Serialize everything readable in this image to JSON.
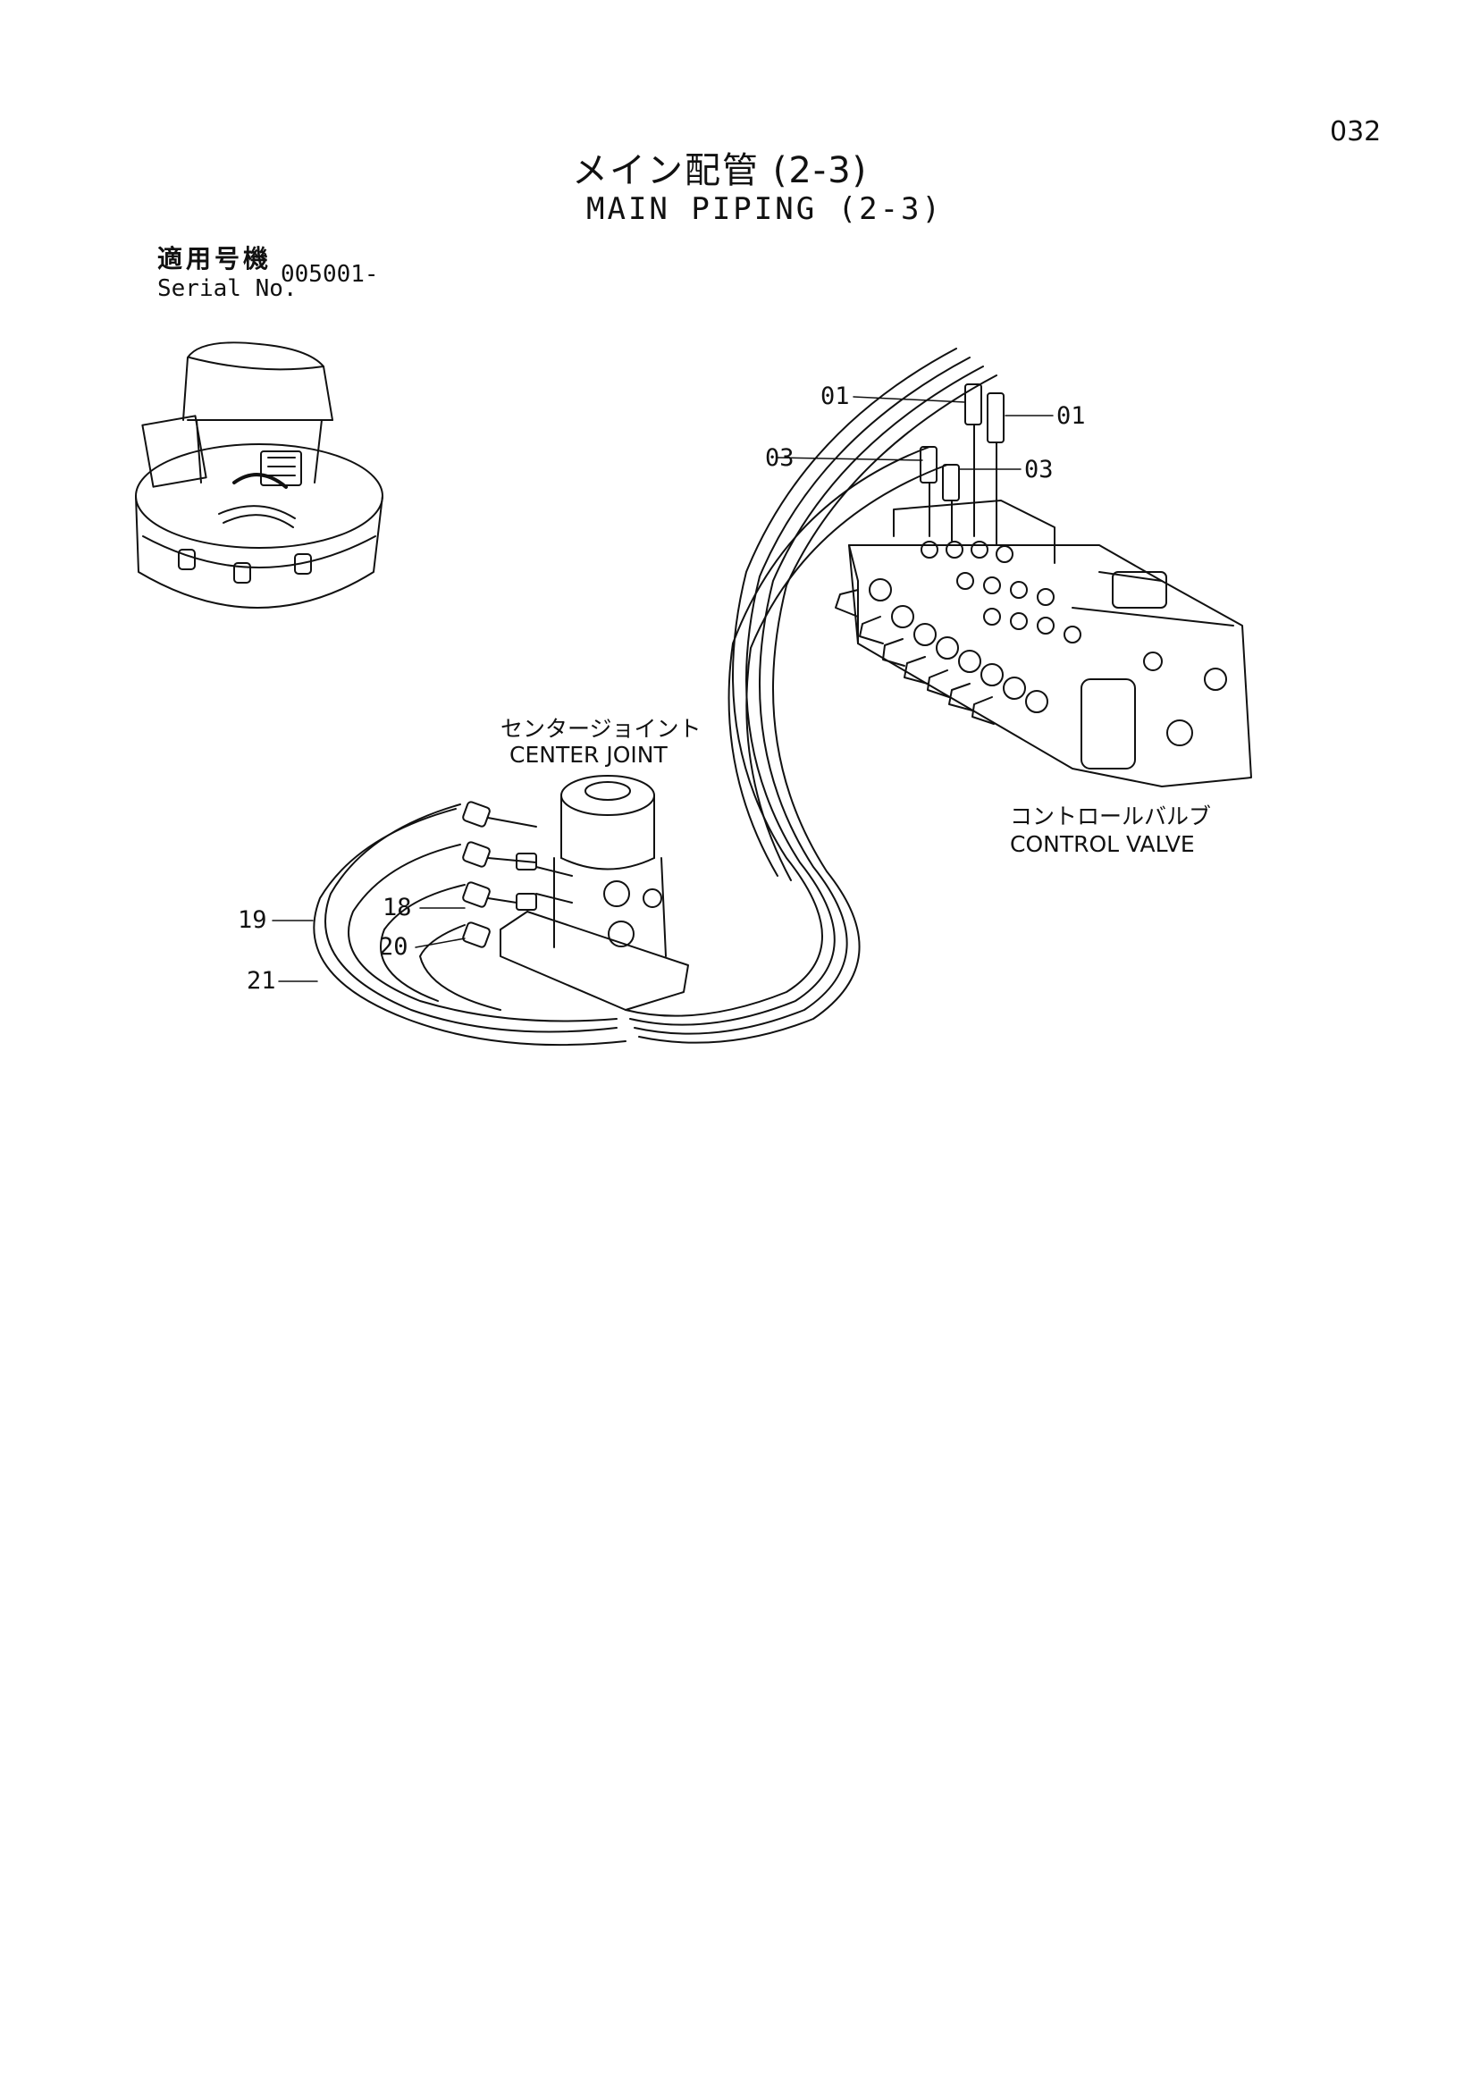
{
  "page_number": "032",
  "title_ja": "メイン配管 (2-3)",
  "title_en": "MAIN PIPING (2-3)",
  "serial": {
    "label_ja": "適用号機",
    "label_en": "Serial No.",
    "value": "005001-"
  },
  "components": {
    "center_joint": {
      "ja": "センタージョイント",
      "en": "CENTER JOINT"
    },
    "control_valve": {
      "ja": "コントロールバルブ",
      "en": "CONTROL VALVE"
    }
  },
  "callouts": [
    "01",
    "01",
    "03",
    "03",
    "18",
    "19",
    "20",
    "21"
  ]
}
